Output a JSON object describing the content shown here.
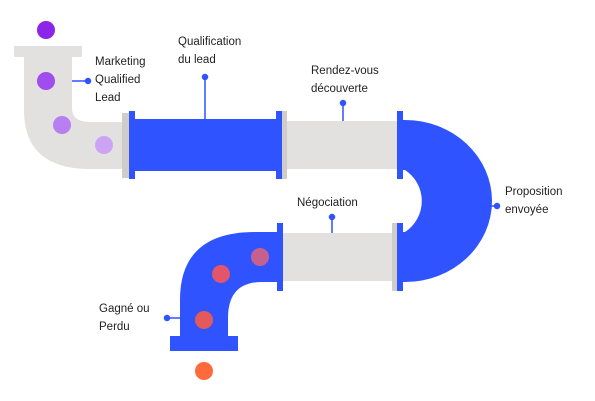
{
  "colors": {
    "blue": "#2e53ff",
    "grey": "#e3e1df",
    "grey_dark": "#cfccca",
    "background": "#ffffff"
  },
  "stages": {
    "mql": [
      "Marketing",
      "Qualified",
      "Lead"
    ],
    "qualification": [
      "Qualification",
      "du lead"
    ],
    "rdv": [
      "Rendez-vous",
      "découverte"
    ],
    "proposition": [
      "Proposition",
      "envoyée"
    ],
    "negociation": [
      "Négociation"
    ],
    "gagne": [
      "Gagné ou",
      "Perdu"
    ]
  },
  "balls": [
    {
      "color": "#8d25e8"
    },
    {
      "color": "#a04cee"
    },
    {
      "color": "#b77ff2"
    },
    {
      "color": "#cda4f5"
    },
    {
      "color": "#c6608f"
    },
    {
      "color": "#e2556b"
    },
    {
      "color": "#e25a5a"
    },
    {
      "color": "#ff6a3d"
    }
  ]
}
